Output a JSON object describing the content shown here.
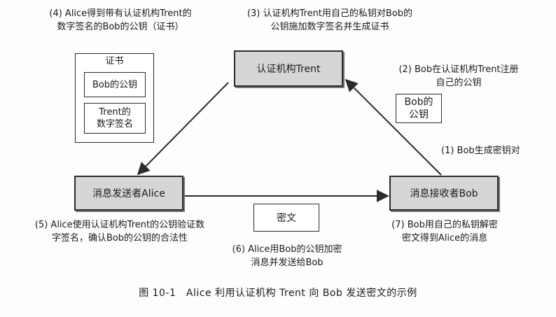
{
  "nodes": {
    "trent": "认证机构Trent",
    "alice": "消息发送者Alice",
    "bob": "消息接收者Bob"
  },
  "ciphertext_box": "密文",
  "bob_key_box": [
    "Bob的",
    "公钥"
  ],
  "certificate": {
    "title": "证书",
    "public_key": "Bob的公钥",
    "signature": [
      "Trent的",
      "数字签名"
    ]
  },
  "steps": {
    "s1": [
      "(1) Bob生成密钥对"
    ],
    "s2": [
      "(2) Bob在认证机构Trent注册",
      "自己的公钥"
    ],
    "s3": [
      "(3) 认证机构Trent用自己的私钥对Bob的",
      "公钥施加数字签名并生成证书"
    ],
    "s4": [
      "(4) Alice得到带有认证机构Trent的",
      "数字签名的Bob的公钥（证书）"
    ],
    "s5": [
      "(5) Alice使用认证机构Trent的公钥验证数",
      "字签名，确认Bob的公钥的合法性"
    ],
    "s6": [
      "(6) Alice用Bob的公钥加密",
      "消息并发送给Bob"
    ],
    "s7": [
      "(7) Bob用自己的私钥解密",
      "密文得到Alice的消息"
    ]
  },
  "caption": "图 10-1　Alice 利用认证机构 Trent 向 Bob 发送密文的示例"
}
